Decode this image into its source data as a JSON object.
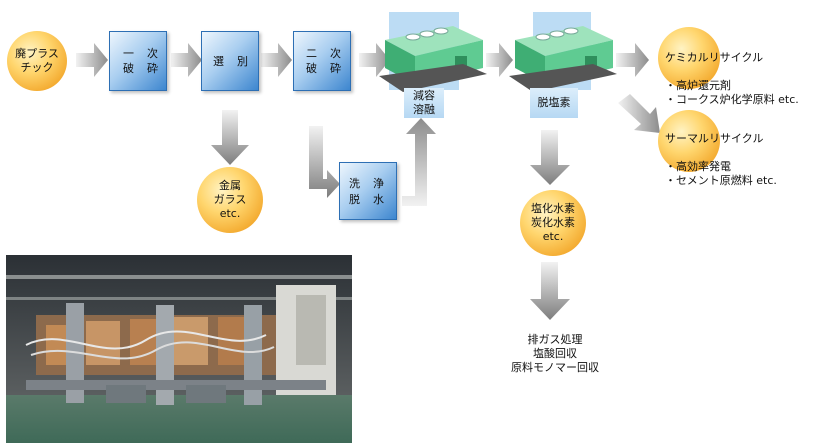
{
  "start": {
    "label": "廃プラス\nチック"
  },
  "steps": {
    "primary_crush": {
      "line1": "一　次",
      "line2": "破　砕"
    },
    "sorting": {
      "label": "選　別"
    },
    "secondary_crush": {
      "line1": "二　次",
      "line2": "破　砕"
    },
    "washing": {
      "line1": "洗　浄",
      "line2": "脱　水"
    }
  },
  "machines": {
    "melt": {
      "label": "減容\n溶融"
    },
    "dechlor": {
      "label": "脱塩素"
    }
  },
  "byproducts": {
    "metal": {
      "label": "金属\nガラス\netc."
    },
    "gas": {
      "label": "塩化水素\n炭化水素\netc."
    }
  },
  "outputs": {
    "chemical": {
      "title": "ケミカルリサイクル",
      "items": "・高炉還元剤\n・コークス炉化学原料 etc."
    },
    "thermal": {
      "title": "サーマルリサイクル",
      "items": "・高効率発電\n・セメント原燃料 etc."
    },
    "exhaust": {
      "label": "排ガス処理\n塩酸回収\n原料モノマー回収"
    }
  },
  "colors": {
    "orb": "#f3a92e",
    "box": "#3d86cf",
    "machine": "#4fbf8a",
    "arrow": "#9a9a9a"
  }
}
